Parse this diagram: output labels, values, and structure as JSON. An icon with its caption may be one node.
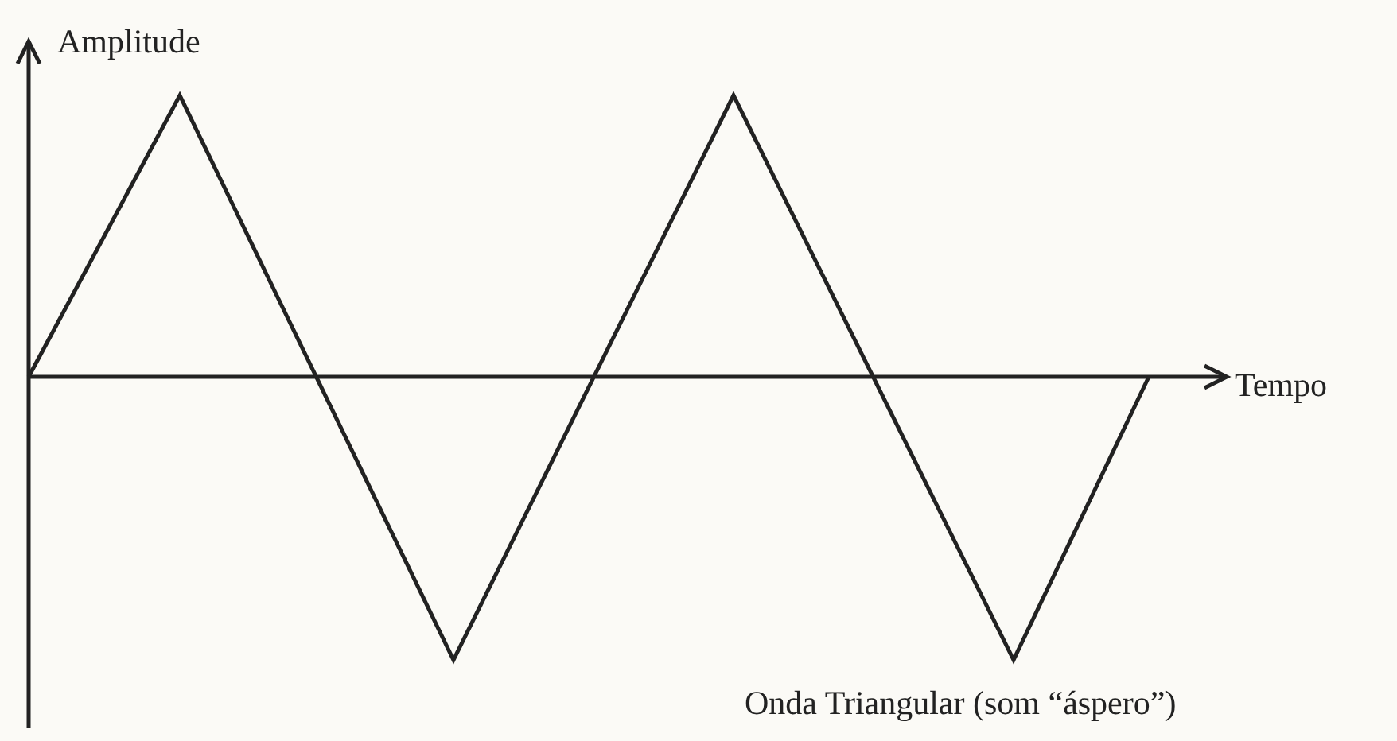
{
  "diagram": {
    "caption": "Onda Triangular (som “áspero”)",
    "labels": [
      "Amplitude",
      "Tempo"
    ]
  }
}
